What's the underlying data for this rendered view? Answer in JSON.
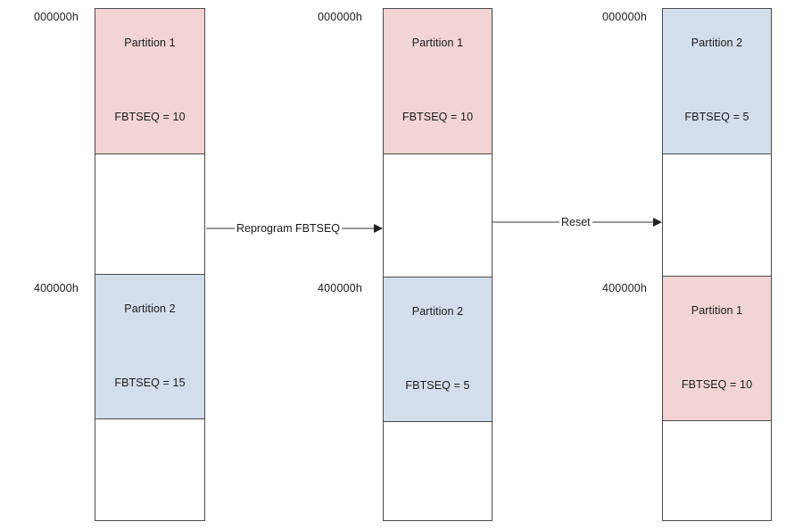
{
  "colors": {
    "partition_1": "#f1d4d3",
    "partition_2": "#d3deed",
    "border": "#4a4a4a"
  },
  "stages": [
    {
      "top_address": "000000h",
      "mid_address": "400000h",
      "upper": {
        "partition": "Partition 1",
        "seq": "FBTSEQ = 10",
        "color_key": "partition_1"
      },
      "lower": {
        "partition": "Partition 2",
        "seq": "FBTSEQ = 15",
        "color_key": "partition_2"
      }
    },
    {
      "top_address": "000000h",
      "mid_address": "400000h",
      "upper": {
        "partition": "Partition 1",
        "seq": "FBTSEQ = 10",
        "color_key": "partition_1"
      },
      "lower": {
        "partition": "Partition 2",
        "seq": "FBTSEQ = 5",
        "color_key": "partition_2"
      }
    },
    {
      "top_address": "000000h",
      "mid_address": "400000h",
      "upper": {
        "partition": "Partition 2",
        "seq": "FBTSEQ = 5",
        "color_key": "partition_2"
      },
      "lower": {
        "partition": "Partition 1",
        "seq": "FBTSEQ = 10",
        "color_key": "partition_1"
      }
    }
  ],
  "arrows": [
    {
      "label": "Reprogram FBTSEQ"
    },
    {
      "label": "Reset"
    }
  ]
}
